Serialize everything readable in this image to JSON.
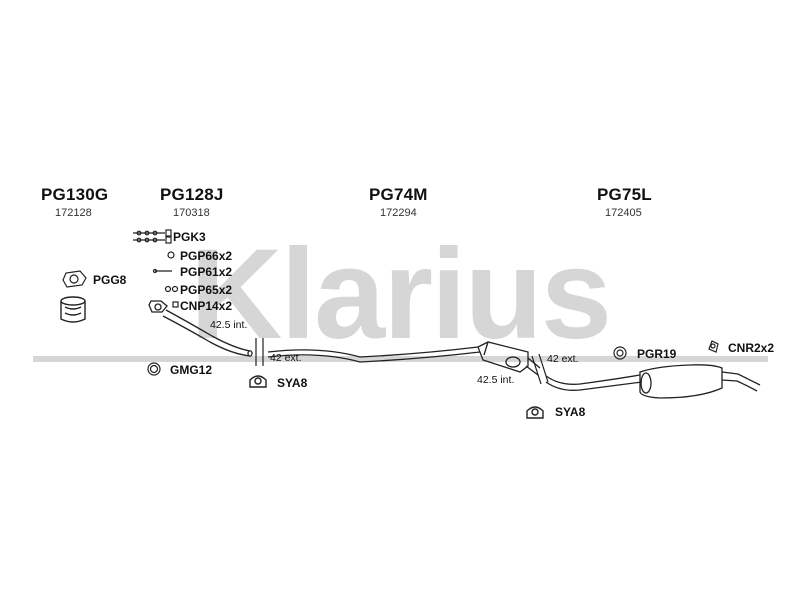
{
  "watermark": "Klarius",
  "sections": [
    {
      "code": "PG130G",
      "number": "172128"
    },
    {
      "code": "PG128J",
      "number": "170318"
    },
    {
      "code": "PG74M",
      "number": "172294"
    },
    {
      "code": "PG75L",
      "number": "172405"
    }
  ],
  "fittings": {
    "pgk3": "PGK3",
    "pgp66": "PGP66x2",
    "pgp61": "PGP61x2",
    "pgp65": "PGP65x2",
    "cnp14": "CNP14x2",
    "pgg8": "PGG8",
    "gmg12": "GMG12",
    "sya8_a": "SYA8",
    "sya8_b": "SYA8",
    "pgr19": "PGR19",
    "cnr2": "CNR2x2"
  },
  "dimensions": {
    "int_a": "42.5 int.",
    "ext_a": "42 ext.",
    "ext_b": "42 ext.",
    "int_b": "42.5 int."
  }
}
